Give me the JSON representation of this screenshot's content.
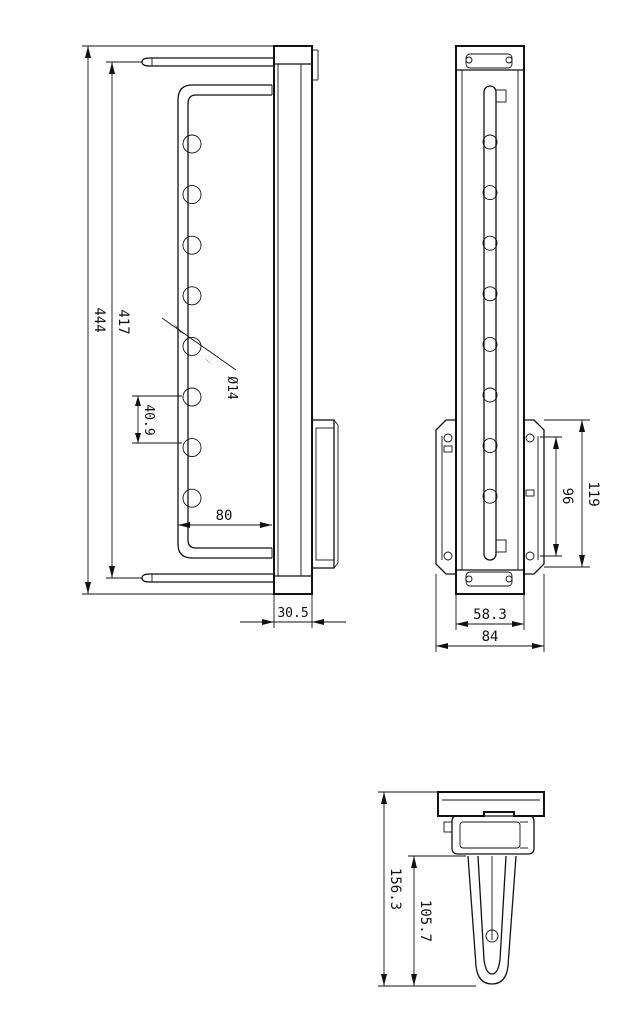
{
  "drawing": {
    "front_view": {
      "dim_total_height": "444",
      "dim_rail_height": "417",
      "dim_hole_diameter": "Ø14",
      "dim_hole_pitch": "40.9",
      "dim_rail_depth": "80",
      "dim_frame_width": "30.5",
      "hole_count": 8
    },
    "side_view": {
      "dim_bracket_outer": "119",
      "dim_bracket_inner": "96",
      "dim_inner_width": "58.3",
      "dim_outer_width": "84",
      "hole_count": 8
    },
    "top_view": {
      "dim_total_depth": "156.3",
      "dim_rail_depth": "105.7"
    }
  }
}
